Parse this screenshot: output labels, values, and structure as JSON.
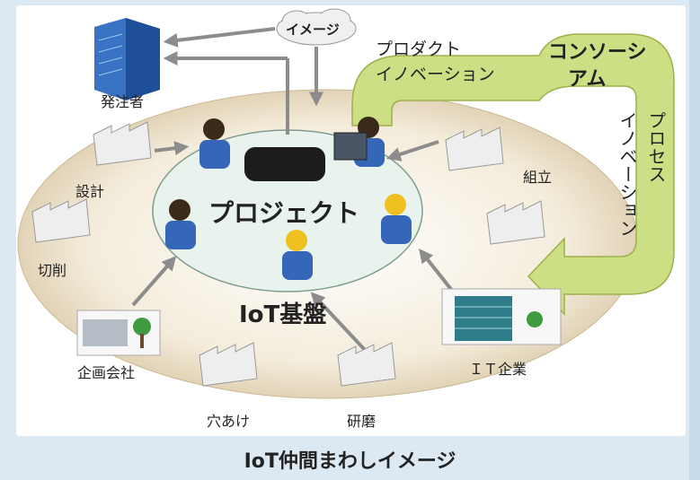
{
  "labels": {
    "cloud": "イメージ",
    "orderer": "発注者",
    "product_innovation_line1": "プロダクト",
    "product_innovation_line2": "イノベーション",
    "consortium_line1": "コンソーシ",
    "consortium_line2": "アム",
    "process_innovation_col1": "プロセス",
    "process_innovation_col2": "イノベーション",
    "design": "設計",
    "assembly": "組立",
    "cutting": "切削",
    "project": "プロジェクト",
    "iot_base": "IoT基盤",
    "planning_company": "企画会社",
    "drilling": "穴あけ",
    "polishing": "研磨",
    "it_company": "ＩＴ企業"
  },
  "caption": "IoT仲間まわしイメージ",
  "colors": {
    "outer_ring": "#e8dcc4",
    "inner_ellipse": "#e6f2ec",
    "arrow_green": "#c9dc7c",
    "arrow_gray": "#8c8c8c",
    "background": "#dce9f3"
  }
}
